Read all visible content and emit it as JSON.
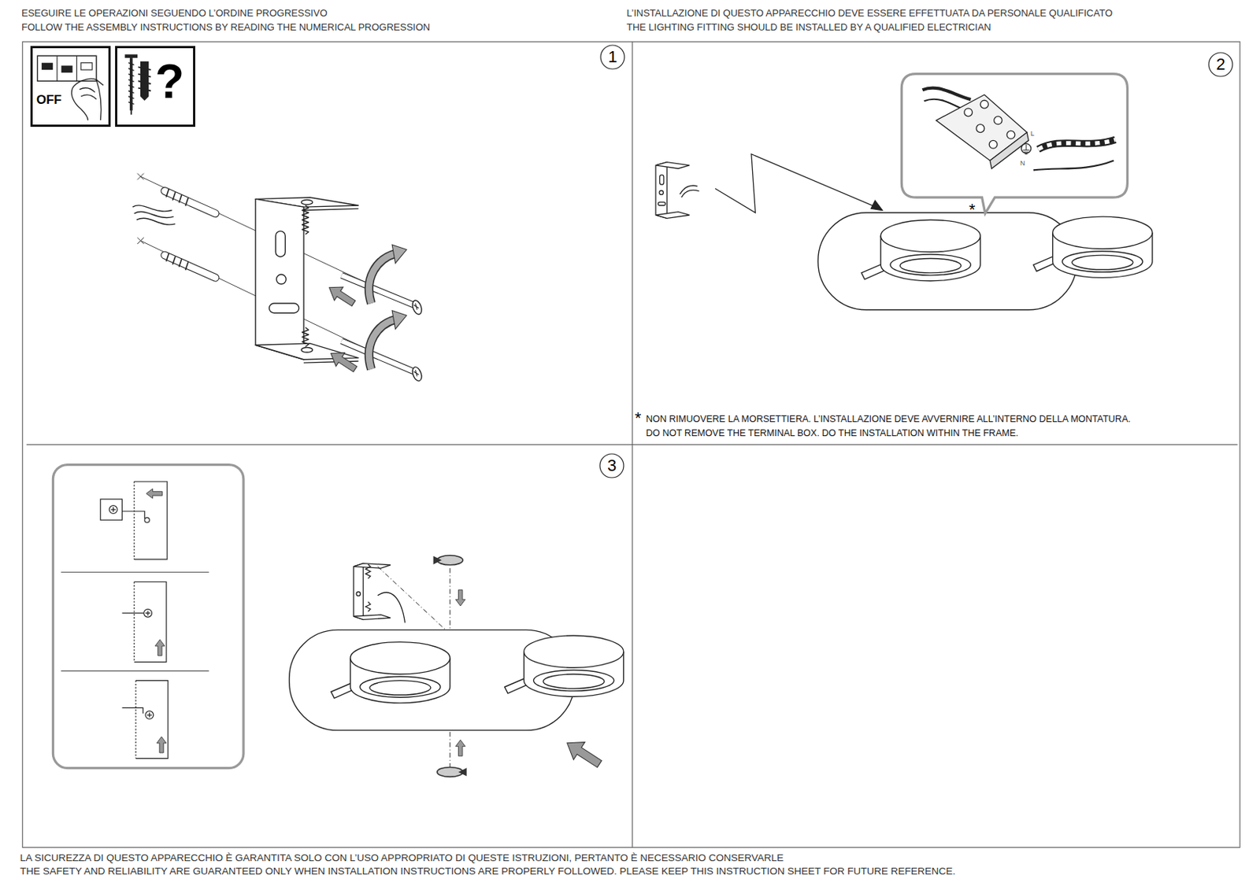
{
  "diagram": {
    "nodes": [
      {
        "text": [
          "OFF"
        ]
      },
      {
        "text": [
          "?"
        ]
      },
      {
        "text": [
          "1"
        ]
      },
      {
        "text": [
          "2"
        ]
      },
      {
        "text": [
          "3"
        ]
      }
    ],
    "labels": [
      "ESEGUIRE LE OPERAZIONI SEGUENDO L’ORDINE PROGRESSIVO",
      "FOLLOW THE ASSEMBLY INSTRUCTIONS BY READING THE NUMERICAL PROGRESSION",
      "L’INSTALLAZIONE DI QUESTO APPARECCHIO DEVE ESSERE EFFETTUATA DA PERSONALE QUALIFICATO",
      "THE LIGHTING FITTING SHOULD BE INSTALLED BY A QUALIFIED ELECTRICIAN",
      "*",
      "L",
      "N",
      "*",
      "NON RIMUOVERE LA MORSETTIERA. L’INSTALLAZIONE DEVE AVVERNIRE ALL’INTERNO DELLA MONTATURA.",
      "DO NOT REMOVE THE TERMINAL BOX. DO THE INSTALLATION WITHIN THE FRAME.",
      "LA SICUREZZA DI QUESTO APPARECCHIO È GARANTITA SOLO CON L’USO APPROPRIATO DI QUESTE ISTRUZIONI, PERTANTO È NECESSARIO CONSERVARLE",
      "THE SAFETY AND RELIABILITY ARE GUARANTEED ONLY WHEN INSTALLATION INSTRUCTIONS ARE PROPERLY FOLLOWED. PLEASE KEEP THIS INSTRUCTION SHEET FOR FUTURE REFERENCE."
    ]
  }
}
